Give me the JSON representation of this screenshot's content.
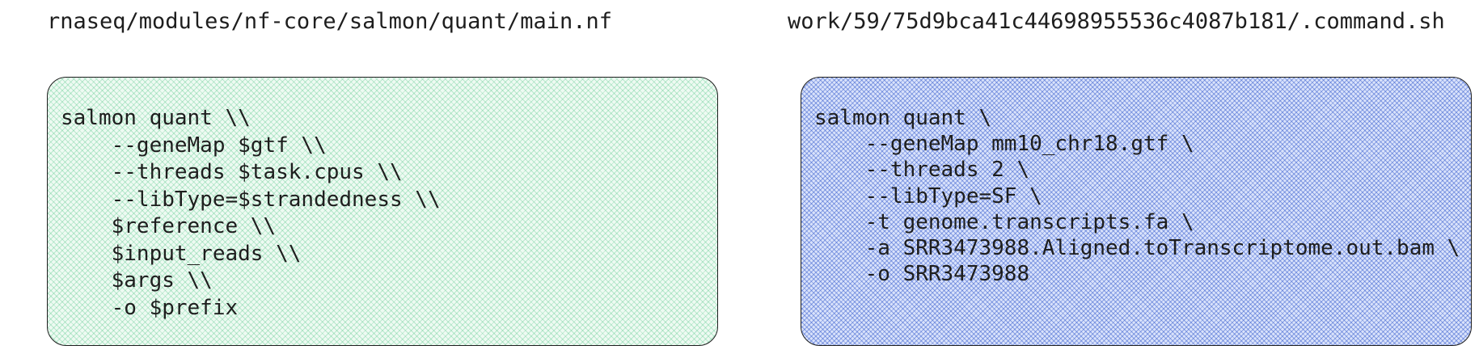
{
  "left_panel": {
    "title": "rnaseq/modules/nf-core/salmon/quant/main.nf",
    "fill_color": "#eefaf2",
    "hatch_color": "#3cbe78",
    "lines": [
      "salmon quant \\\\",
      "    --geneMap $gtf \\\\",
      "    --threads $task.cpus \\\\",
      "    --libType=$strandedness \\\\",
      "    $reference \\\\",
      "    $input_reads \\\\",
      "    $args \\\\",
      "    -o $prefix"
    ]
  },
  "right_panel": {
    "title": "work/59/75d9bca41c44698955536c4087b181/.command.sh",
    "fill_color": "#d9e2fb",
    "hatch_color": "#2850c8",
    "lines": [
      "salmon quant \\",
      "    --geneMap mm10_chr18.gtf \\",
      "    --threads 2 \\",
      "    --libType=SF \\",
      "    -t genome.transcripts.fa \\",
      "    -a SRR3473988.Aligned.toTranscriptome.out.bam \\",
      "    -o SRR3473988"
    ]
  }
}
